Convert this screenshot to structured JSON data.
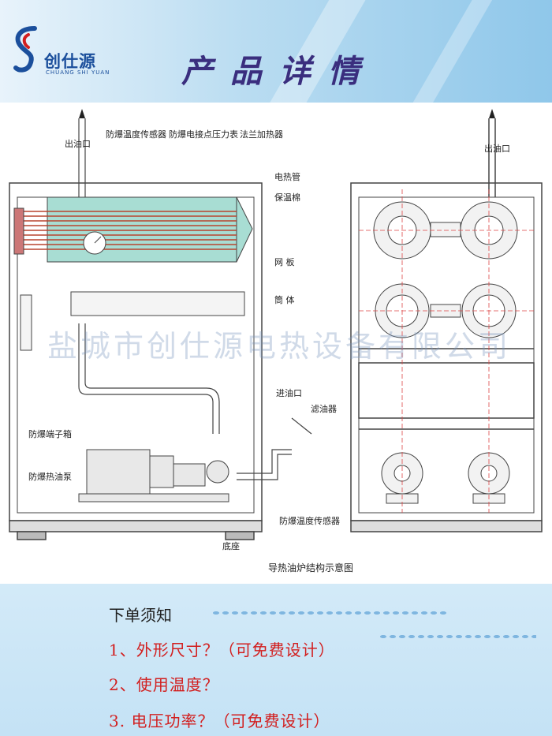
{
  "header": {
    "brand_name": "创仕源",
    "brand_sub": "CHUANG SHI YUAN",
    "title": "产品详情"
  },
  "diagram": {
    "caption": "导热油炉结构示意图",
    "labels": {
      "outlet": "出油口",
      "temp_sensor_top": "防爆温度传感器",
      "pressure_gauge": "防爆电接点压力表",
      "flange_heater": "法兰加热器",
      "heating_tube": "电热管",
      "insulation": "保温棉",
      "mesh_plate": "网 板",
      "cylinder": "筒 体",
      "inlet": "进油口",
      "filter": "滤油器",
      "terminal_box": "防爆端子箱",
      "oil_pump": "防爆热油泵",
      "temp_sensor_bottom": "防爆温度传感器",
      "base": "底座"
    },
    "right_outlet": "出油口"
  },
  "watermark": "盐城市创仕源电热设备有限公司",
  "notice": {
    "title": "下单须知",
    "items": [
      "1、外形尺寸？（可免费设计）",
      "2、使用温度？",
      "3. 电压功率？（可免费设计）"
    ]
  }
}
